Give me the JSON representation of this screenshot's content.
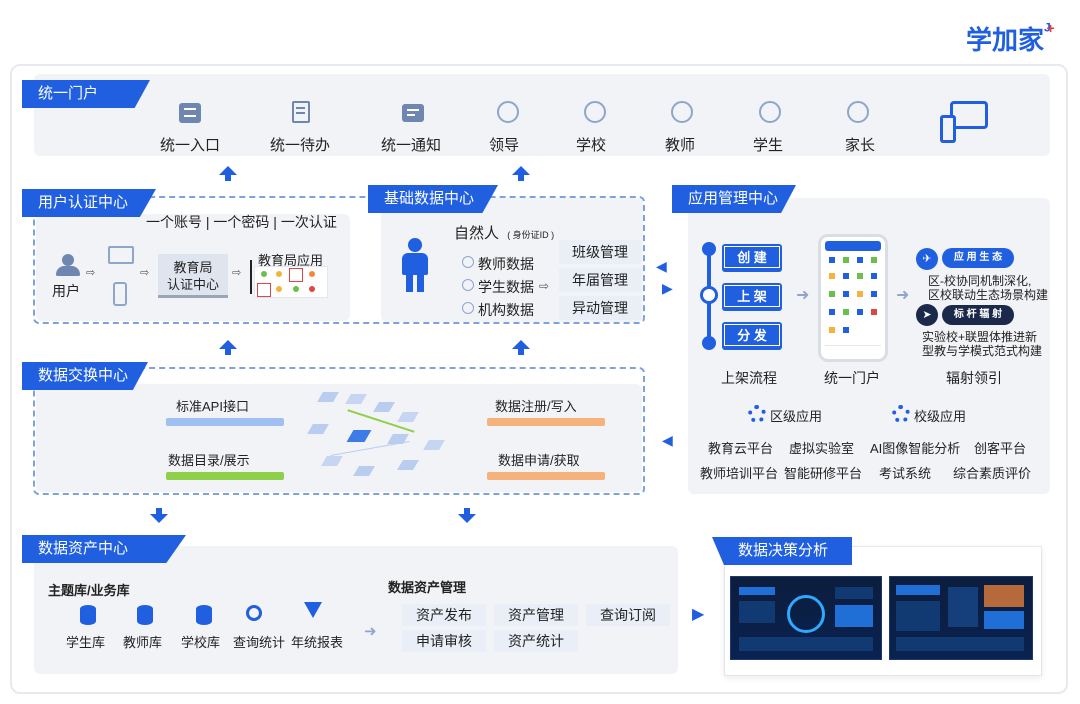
{
  "brand": {
    "logo_text": "学加家"
  },
  "portal": {
    "tag": "统一门户",
    "items": [
      "统一入口",
      "统一待办",
      "统一通知",
      "领导",
      "学校",
      "教师",
      "学生",
      "家长"
    ]
  },
  "auth": {
    "tag": "用户认证中心",
    "slogan": "一个账号 | 一个密码 | 一次认证",
    "user_label": "用户",
    "center_line1": "教育局",
    "center_line2": "认证中心",
    "app_label": "教育局应用"
  },
  "base": {
    "tag": "基础数据中心",
    "person": "自然人",
    "person_note": "( 身份证ID )",
    "data_items": [
      "教师数据",
      "学生数据",
      "机构数据"
    ],
    "mgmt_items": [
      "班级管理",
      "年届管理",
      "异动管理"
    ]
  },
  "app_center": {
    "tag": "应用管理中心",
    "flow_buttons": [
      "创 建",
      "上 架",
      "分 发"
    ],
    "flow_label": "上架流程",
    "phone_label": "统一门户",
    "radiate_label": "辐射领引",
    "eco_badge": "应 用 生 态",
    "eco_text_1": "区-校协同机制深化,",
    "eco_text_2": "区校联动生态场景构建",
    "lead_badge": "标 杆 辐 射",
    "lead_text_1": "实验校+联盟体推进新",
    "lead_text_2": "型教与学模式范式构建",
    "district_apps": "区级应用",
    "school_apps": "校级应用",
    "apps_row1": [
      "教育云平台",
      "虚拟实验室",
      "AI图像智能分析",
      "创客平台"
    ],
    "apps_row2": [
      "教师培训平台",
      "智能研修平台",
      "考试系统",
      "综合素质评价"
    ]
  },
  "exchange": {
    "tag": "数据交换中心",
    "left": [
      "标准API接口",
      "数据目录/展示"
    ],
    "right": [
      "数据注册/写入",
      "数据申请/获取"
    ],
    "colors": {
      "blue": "#9fc0f0",
      "green": "#8fd04a",
      "orange": "#f6b27d"
    }
  },
  "asset": {
    "tag": "数据资产中心",
    "lib_title": "主题库/业务库",
    "libs": [
      "学生库",
      "教师库",
      "学校库",
      "查询统计",
      "年统报表"
    ],
    "mgmt_title": "数据资产管理",
    "mgmt_row1": [
      "资产发布",
      "资产管理",
      "查询订阅"
    ],
    "mgmt_row2": [
      "申请审核",
      "资产统计"
    ]
  },
  "decision": {
    "tag": "数据决策分析"
  },
  "colors": {
    "accent": "#1f5fe0",
    "panel": "#f2f3f6",
    "dash": "#7ea2da"
  }
}
